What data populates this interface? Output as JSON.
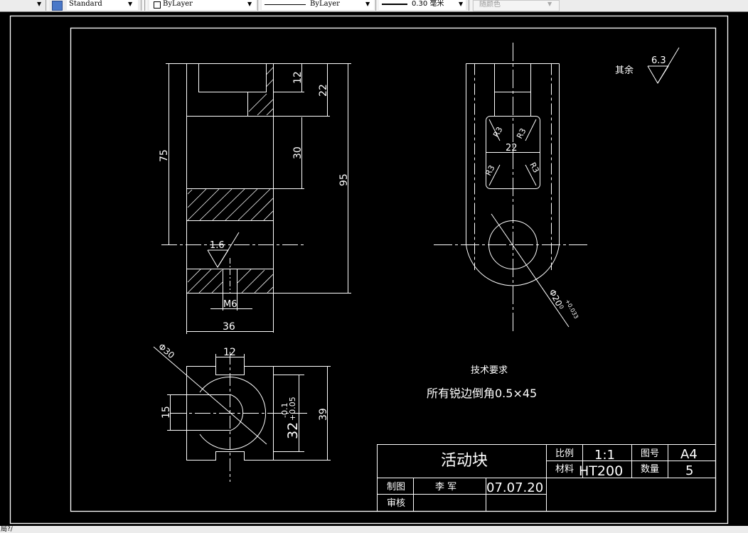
{
  "toolbar": {
    "text_style": "Standard",
    "layer_color": "ByLayer",
    "linetype": "ByLayer",
    "lineweight": "0.30 毫米",
    "plot_style": "随颜色"
  },
  "drawing": {
    "title": "活动块",
    "scale_label": "比例",
    "scale_value": "1:1",
    "drawing_no_label": "图号",
    "drawing_no_value": "A4",
    "material_label": "材料",
    "material_value": "HT200",
    "quantity_label": "数量",
    "quantity_value": "5",
    "drawn_by_label": "制图",
    "drawn_by_name": "李 军",
    "drawn_date": "07.07.20",
    "checked_by_label": "审核",
    "tech_req_title": "技术要求",
    "tech_req_text": "所有锐边倒角0.5×45",
    "roughness_other_label": "其余",
    "roughness_other_value": "6.3",
    "roughness_local_value": "1.6",
    "dimensions": {
      "d12_top": "12",
      "d22": "22",
      "d30": "30",
      "d75": "75",
      "d95": "95",
      "d36": "36",
      "dM6": "M6",
      "d22_side": "22",
      "r3": "R3",
      "d20_hole": "Φ20",
      "d20_tol": "+0.033 / 0",
      "d30_circle": "Φ30",
      "d12_bottom": "12",
      "d15": "15",
      "d32": "32",
      "d32_tol_upper": "-0.1",
      "d32_tol_lower": "+0.05",
      "d39": "39"
    }
  },
  "status_bar": {
    "text": "局?/"
  }
}
